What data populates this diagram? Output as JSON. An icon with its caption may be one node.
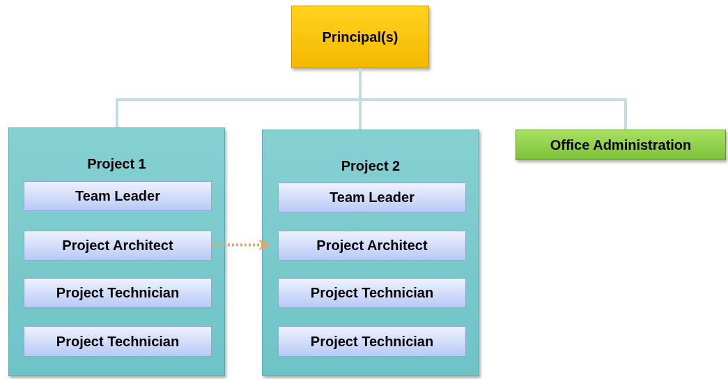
{
  "diagram": {
    "nodes": [
      {
        "text": [
          "Principal(s)"
        ]
      },
      {
        "text": [
          "Project 1"
        ]
      },
      {
        "text": [
          "Team Leader"
        ],
        "in": 1
      },
      {
        "text": [
          "Project Architect"
        ],
        "in": 1
      },
      {
        "text": [
          "Project Technician"
        ],
        "in": 1
      },
      {
        "text": [
          "Project Technician"
        ],
        "in": 1
      },
      {
        "text": [
          "Project 2"
        ]
      },
      {
        "text": [
          "Team Leader"
        ],
        "in": 6
      },
      {
        "text": [
          "Project Architect"
        ],
        "in": 6
      },
      {
        "text": [
          "Project Technician"
        ],
        "in": 6
      },
      {
        "text": [
          "Project Technician"
        ],
        "in": 6
      },
      {
        "text": [
          "Office Administration"
        ]
      }
    ],
    "edges": [
      {
        "from": 0,
        "to": 1,
        "arrow": "none"
      },
      {
        "from": 0,
        "to": 6,
        "arrow": "none"
      },
      {
        "from": 0,
        "to": 11,
        "arrow": "none"
      },
      {
        "from": 3,
        "to": 8,
        "arrow": "to",
        "style": "dashed",
        "color": "#f0a05a"
      }
    ]
  }
}
